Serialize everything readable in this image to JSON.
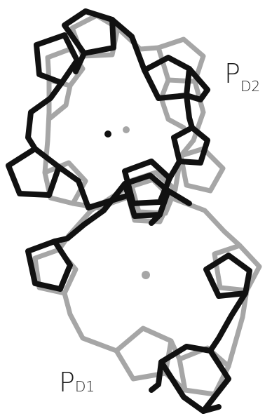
{
  "labels": {
    "top": {
      "main": "P",
      "sub": "D2"
    },
    "bottom": {
      "main": "P",
      "sub": "D1"
    }
  },
  "colors": {
    "dark_ring": "#111111",
    "light_ring": "#a6a6a6",
    "dark_center": "#111111",
    "light_center": "#a6a6a6",
    "background": "#ffffff"
  }
}
